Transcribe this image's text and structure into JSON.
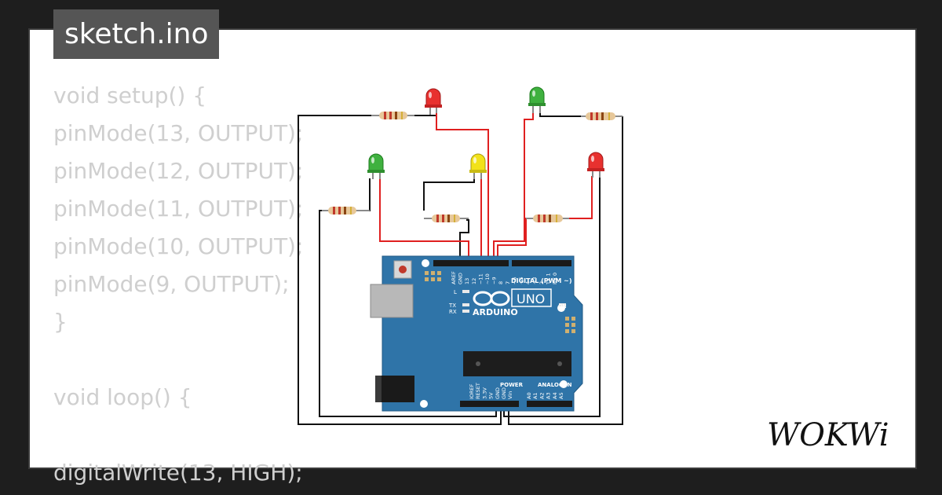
{
  "header": {
    "filename": "sketch.ino"
  },
  "code_lines": [
    "void setup() {",
    "pinMode(13, OUTPUT);",
    "pinMode(12, OUTPUT);",
    "pinMode(11, OUTPUT);",
    "pinMode(10, OUTPUT);",
    "pinMode(9, OUTPUT);",
    "}",
    "",
    "void loop() {",
    "",
    "digitalWrite(13, HIGH);"
  ],
  "board": {
    "brand": "ARDUINO",
    "model": "UNO",
    "digital_label": "DIGITAL (PWM ~)",
    "power_label": "POWER",
    "analog_label": "ANALOG IN",
    "on_label": "ON",
    "l_label": "L",
    "tx_label": "TX",
    "rx_label": "RX",
    "digital_pins": [
      "AREF",
      "GND",
      "13",
      "12",
      "~11",
      "~10",
      "~9",
      "8",
      "7",
      "~6",
      "~5",
      "4",
      "~3",
      "2",
      "TX 1",
      "RX 0"
    ],
    "power_pins": [
      "IOREF",
      "RESET",
      "3.3V",
      "5V",
      "GND",
      "GND",
      "Vin"
    ],
    "analog_pins": [
      "A0",
      "A1",
      "A2",
      "A3",
      "A4",
      "A5"
    ]
  },
  "leds": [
    {
      "id": "led-red-top",
      "color": "red"
    },
    {
      "id": "led-green-top",
      "color": "green"
    },
    {
      "id": "led-green-left",
      "color": "green"
    },
    {
      "id": "led-yellow",
      "color": "yellow"
    },
    {
      "id": "led-red-right",
      "color": "red"
    }
  ],
  "colors": {
    "background": "#1e1e1e",
    "card": "#ffffff",
    "tab": "#555555",
    "code_text": "#cfcfcf",
    "board": "#2f74a8",
    "wire_red": "#e02020",
    "wire_black": "#111111",
    "led_red": "#e8312f",
    "led_green": "#3fb13f",
    "led_yellow": "#f2e21a"
  },
  "logo": {
    "text": "WOKWi"
  }
}
